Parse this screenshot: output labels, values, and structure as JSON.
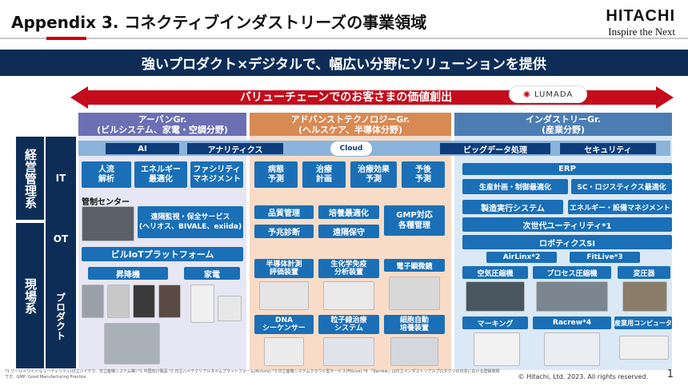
{
  "header": {
    "title": "Appendix 3. コネクティブインダストリーズの事業領域",
    "brand_name": "HITACHI",
    "brand_tagline": "Inspire the Next"
  },
  "banner": "強いプロダクト×デジタルで、幅広い分野にソリューションを提供",
  "value_chain": {
    "label": "バリューチェーンでのお客さまの価値創出",
    "logo": "LUMADA"
  },
  "groups": [
    {
      "line1": "アーバンGr.",
      "line2": "(ビルシステム、家電・空調分野)"
    },
    {
      "line1": "アドバンストテクノロジーGr.",
      "line2": "(ヘルスケア、半導体分野)"
    },
    {
      "line1": "インダストリーGr.",
      "line2": "(産業分野)"
    }
  ],
  "side": {
    "management": "経営管理系",
    "field": "現場系"
  },
  "rows": {
    "it": "IT",
    "ot": "OT",
    "product": "プロダクト"
  },
  "it_bar": {
    "ai": "AI",
    "analytics": "アナリティクス",
    "cloud": "Cloud",
    "bigdata": "ビッグデータ処理",
    "security": "セキュリティ"
  },
  "urban": {
    "it": [
      "人流\n解析",
      "エネルギー\n最適化",
      "ファシリティ\nマネジメント"
    ],
    "control_center": "管制センター",
    "remote": "遠隔監視・保全サービス\n(ヘリオス、BIVALE、exiida)",
    "platform": "ビルIoTプラットフォーム",
    "products": [
      "昇降機",
      "家電"
    ]
  },
  "advanced": {
    "it": [
      "病態\n予測",
      "治療\n計画",
      "治療効果\n予測",
      "予後\n予測"
    ],
    "ot": [
      "品質管理",
      "培養最適化",
      "GMP対応\n各種管理",
      "予兆診断",
      "遠隔保守"
    ],
    "products": [
      "半導体計測\n評価装置",
      "生化学免疫\n分析装置",
      "電子顕微鏡",
      "DNA\nシーケンサー",
      "粒子線治療\nシステム",
      "細胞自動\n培養装置"
    ]
  },
  "industry": {
    "it": [
      "ERP",
      "生産計画・制御最適化",
      "SC・ロジスティクス最適化"
    ],
    "ot": [
      "製造実行システム",
      "エネルギー・設備マネジメント",
      "次世代ユーティリティ*1",
      "ロボティクスSI"
    ],
    "services": [
      "AirLinx*2",
      "FitLive*3"
    ],
    "products": [
      "空気圧縮機",
      "プロセス圧縮機",
      "変圧器",
      "マーキング",
      "Racrew*4",
      "産業用コンピュータ"
    ]
  },
  "footer": {
    "notes": "*1 ワールドワイドなユーティリティ(日立ハイテク、日立産機システム等)  *1 中国向け製品  *2 日立ハイテクリアルタイムプラットフォーム(AirLinx)  *3 日立産機システムクラウド型サービス(FitLive)  *4 「Racrew」は日立インダストリアルプロダクツの日本における登録商標です。GMP: Good Manufacturing Practice",
    "copyright": "© Hitachi, Ltd. 2023. All rights reserved.",
    "page": "1"
  },
  "colors": {
    "navy": "#0d2d57",
    "urban": "#e6e6f4",
    "advanced": "#f8dcc8",
    "industry": "#dbe9f6",
    "red": "#cc0000"
  }
}
